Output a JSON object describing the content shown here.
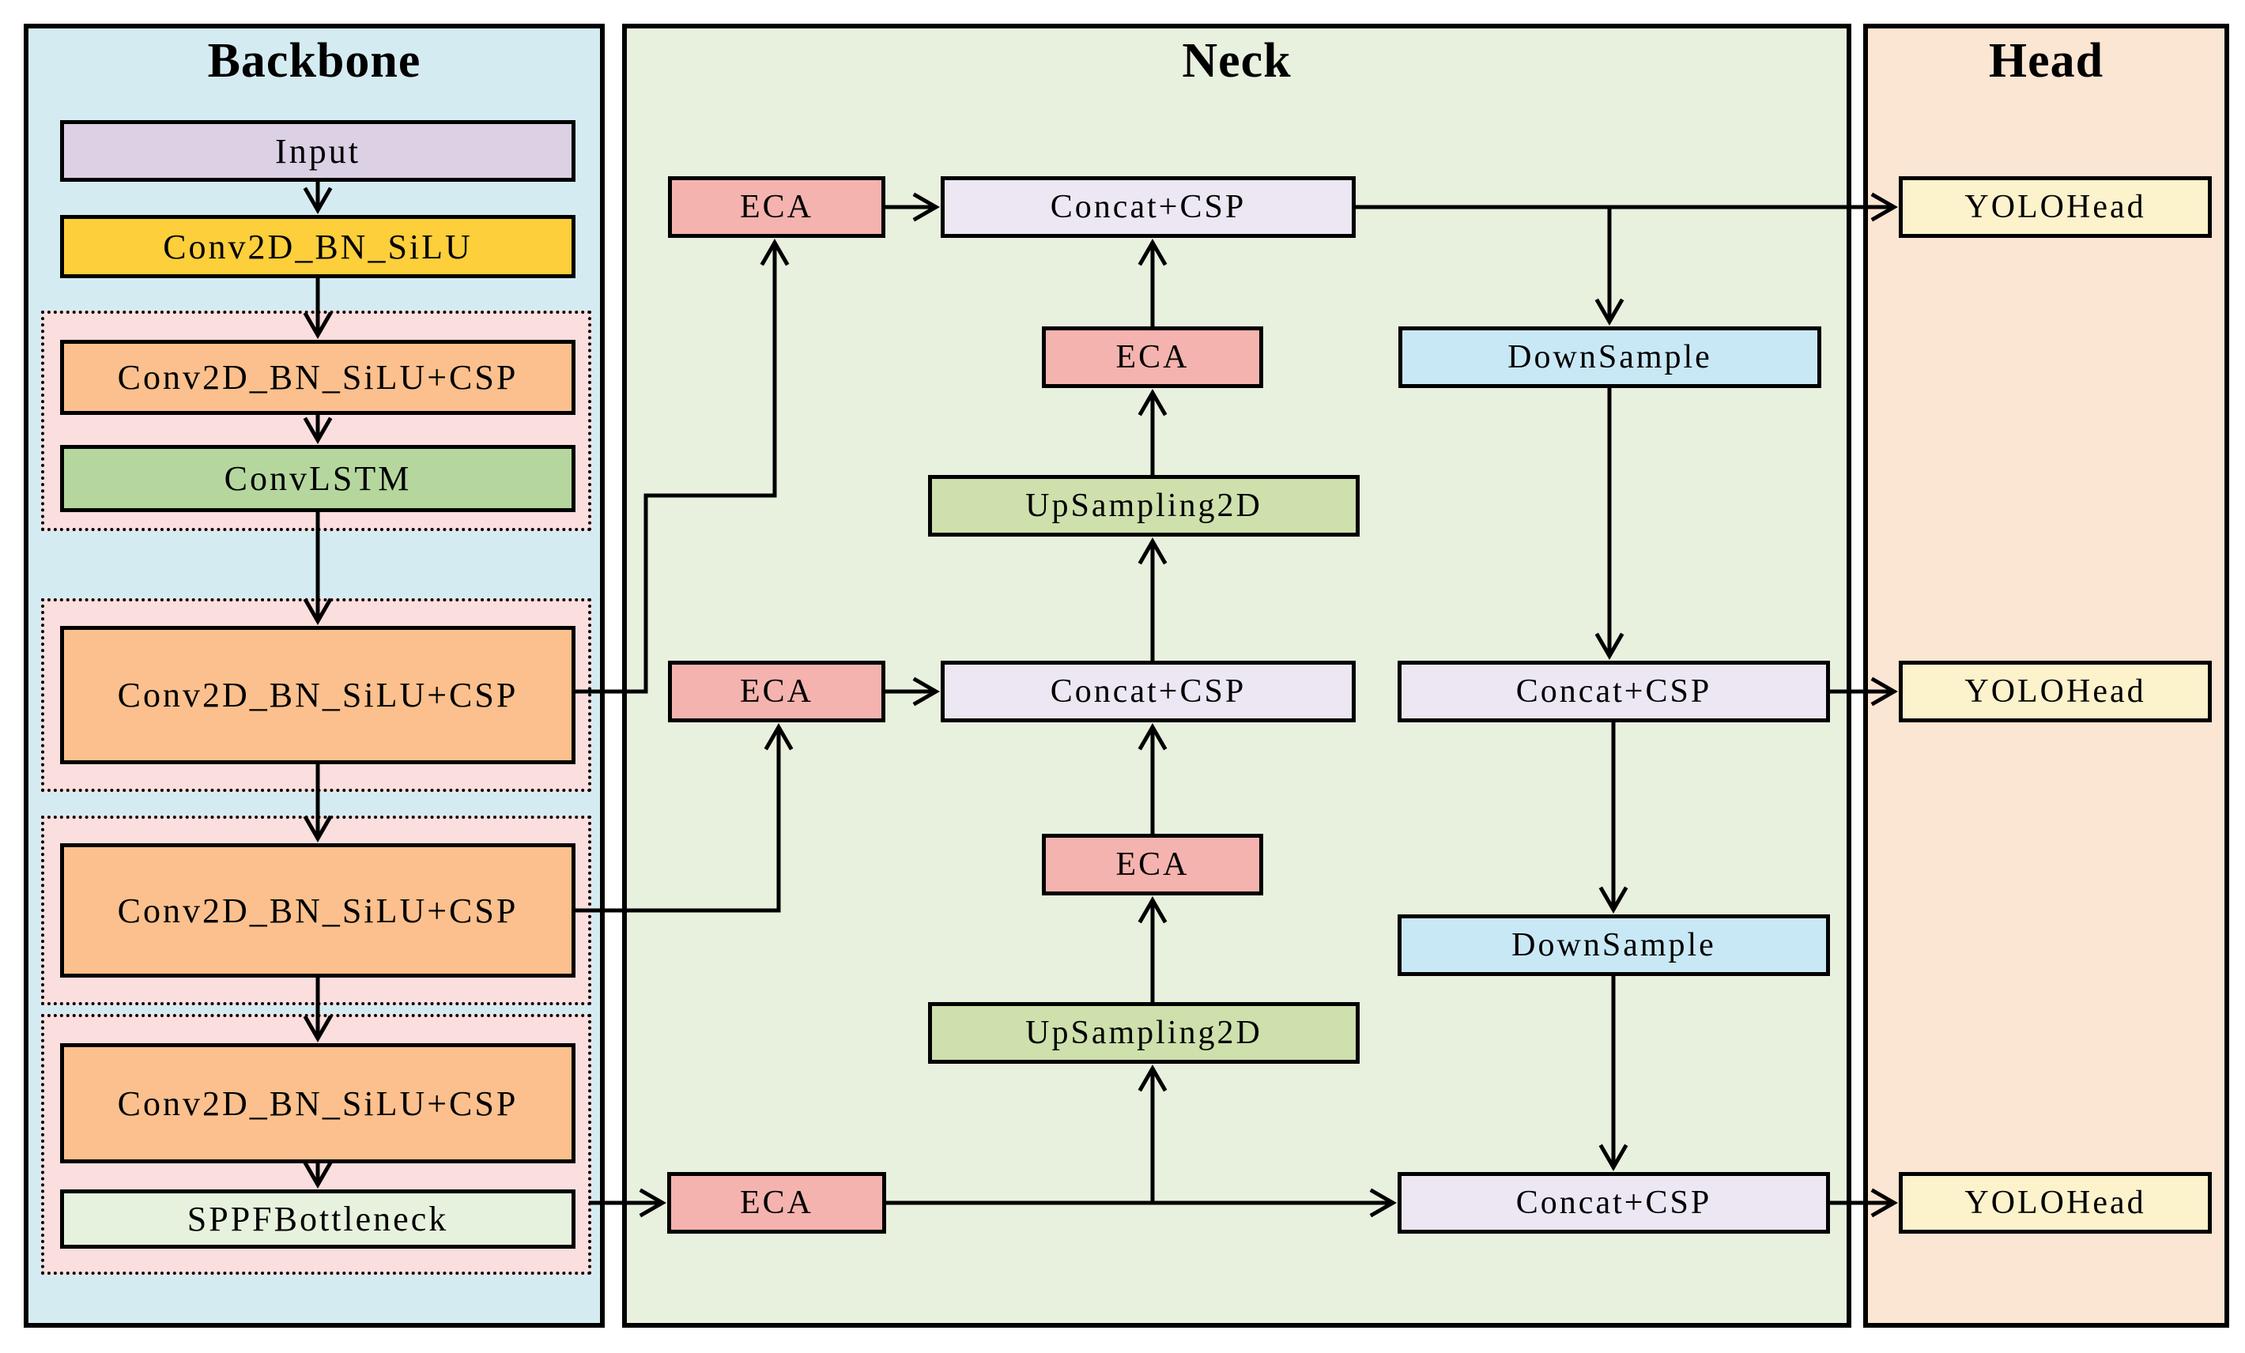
{
  "panels": {
    "backbone": {
      "title": "Backbone"
    },
    "neck": {
      "title": "Neck"
    },
    "head": {
      "title": "Head"
    }
  },
  "backbone": {
    "input": "Input",
    "conv_bn_silu": "Conv2D_BN_SiLU",
    "csp_block_1": "Conv2D_BN_SiLU+CSP",
    "convlstm": "ConvLSTM",
    "csp_block_2": "Conv2D_BN_SiLU+CSP",
    "csp_block_3": "Conv2D_BN_SiLU+CSP",
    "csp_block_4": "Conv2D_BN_SiLU+CSP",
    "sppf_bottleneck": "SPPFBottleneck"
  },
  "neck": {
    "eca_top": "ECA",
    "concat_csp_top": "Concat+CSP",
    "eca_mid_upper": "ECA",
    "downsample_upper": "DownSample",
    "upsampling_upper": "UpSampling2D",
    "eca_middle": "ECA",
    "concat_csp_middle": "Concat+CSP",
    "concat_csp_right_middle": "Concat+CSP",
    "eca_mid_lower": "ECA",
    "downsample_lower": "DownSample",
    "upsampling_lower": "UpSampling2D",
    "eca_bottom": "ECA",
    "concat_csp_bottom": "Concat+CSP"
  },
  "head": {
    "yolo_head_top": "YOLOHead",
    "yolo_head_middle": "YOLOHead",
    "yolo_head_bottom": "YOLOHead"
  },
  "colors": {
    "bg-backbone": "#D5EBF2",
    "bg-neck": "#E8F0DE",
    "bg-head": "#FBE5D3",
    "bg-container": "#FBDEDE",
    "c-input": "#DCD0E4",
    "c-stem": "#FCCF3B",
    "c-csp": "#FBC08D",
    "c-lstm": "#B5D79E",
    "c-sppf": "#E7F2DE",
    "c-eca": "#F4B3AE",
    "c-concat": "#ECE7F3",
    "c-up": "#CEE0AC",
    "c-down": "#C9E8F6",
    "c-yolo": "#FCF2CB",
    "c-line": "#000000"
  }
}
